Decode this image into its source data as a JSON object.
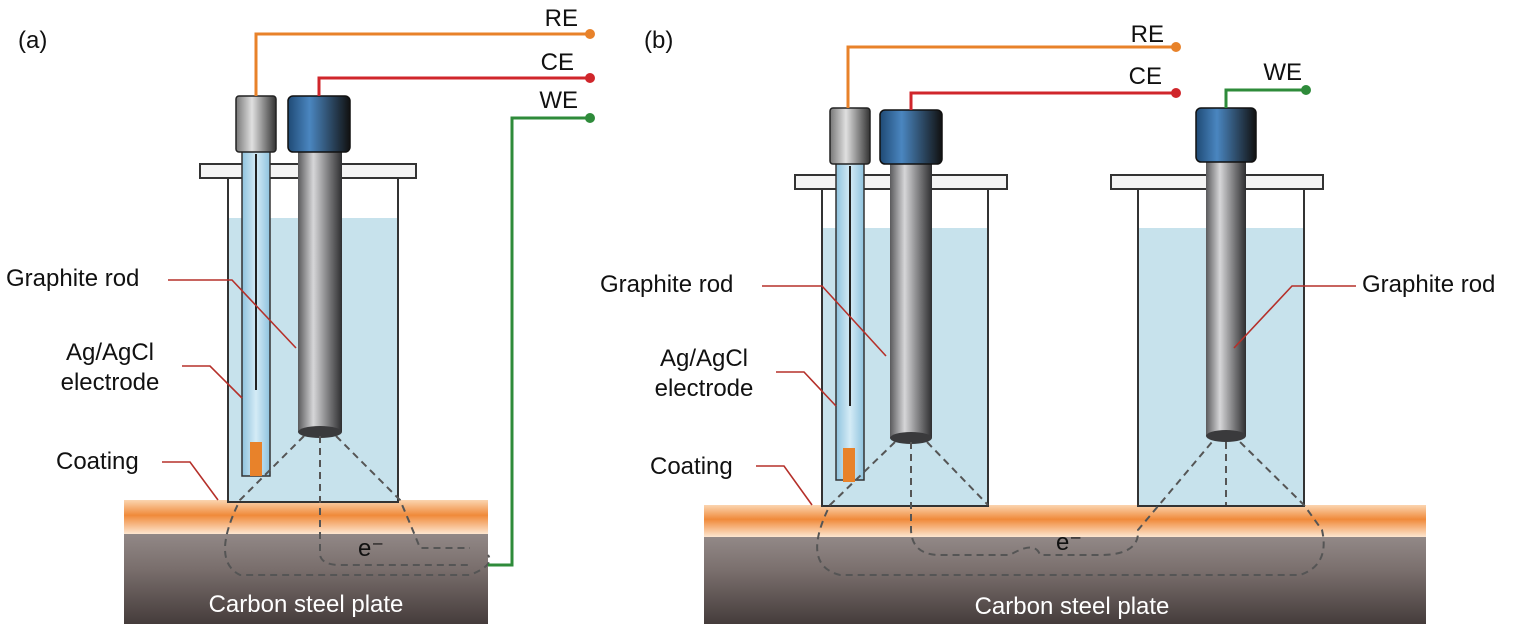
{
  "panels": {
    "a": {
      "panel_label": "(a)",
      "terminals": {
        "re": "RE",
        "ce": "CE",
        "we": "WE"
      },
      "labels": {
        "graphite_rod": "Graphite rod",
        "ref_electrode_line1": "Ag/AgCl",
        "ref_electrode_line2": "electrode",
        "coating": "Coating",
        "electron": "e⁻",
        "plate": "Carbon steel plate"
      }
    },
    "b": {
      "panel_label": "(b)",
      "terminals": {
        "re": "RE",
        "ce": "CE",
        "we": "WE"
      },
      "labels": {
        "graphite_rod_left": "Graphite rod",
        "graphite_rod_right": "Graphite rod",
        "ref_electrode_line1": "Ag/AgCl",
        "ref_electrode_line2": "electrode",
        "coating": "Coating",
        "electron": "e⁻",
        "plate": "Carbon steel plate"
      }
    }
  },
  "colors": {
    "re_wire": "#e8822a",
    "ce_wire": "#d0262b",
    "we_wire": "#2e8b3a",
    "leader_line": "#b5302a",
    "electrolyte": "#c7e2ec",
    "coating": "#f08a3a",
    "cap": "#2f5f8f"
  }
}
